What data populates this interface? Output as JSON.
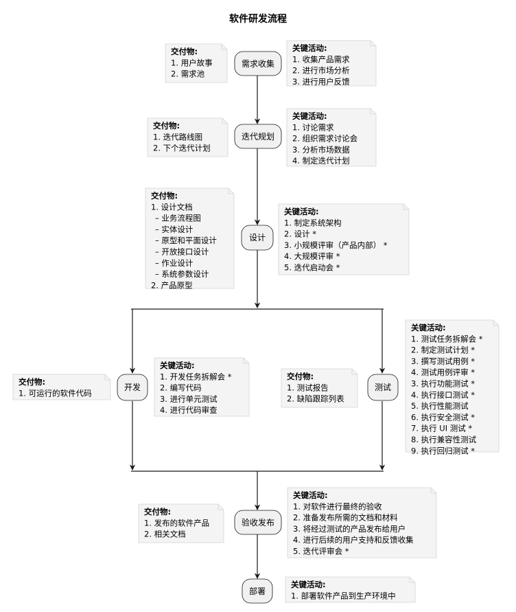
{
  "title": "软件研发流程",
  "nodes": {
    "collect": "需求收集",
    "plan": "迭代规划",
    "design": "设计",
    "dev": "开发",
    "test": "测试",
    "accept": "验收发布",
    "deploy": "部署"
  },
  "notes": {
    "collect_deliv": {
      "head": "交付物:",
      "lines": [
        "1. 用户故事",
        "2. 需求池"
      ]
    },
    "collect_act": {
      "head": "关键活动:",
      "lines": [
        "1. 收集产品需求",
        "2. 进行市场分析",
        "3. 进行用户反馈"
      ]
    },
    "plan_deliv": {
      "head": "交付物:",
      "lines": [
        "1. 迭代路线图",
        "2. 下个迭代计划"
      ]
    },
    "plan_act": {
      "head": "关键活动:",
      "lines": [
        "1. 讨论需求",
        "2. 组织需求讨论会",
        "3. 分析市场数据",
        "4. 制定迭代计划"
      ]
    },
    "design_deliv": {
      "head": "交付物:",
      "lines": [
        "1. 设计文档",
        "– 业务流程图",
        "– 实体设计",
        "– 原型和平面设计",
        "– 开放接口设计",
        "– 作业设计",
        "– 系统参数设计",
        "2. 产品原型"
      ]
    },
    "design_act": {
      "head": "关键活动:",
      "lines": [
        "1. 制定系统架构",
        "2. 设计 *",
        "3. 小规模评审（产品内部） *",
        "4. 大规模评审 *",
        "5. 迭代启动会 *"
      ]
    },
    "dev_deliv": {
      "head": "交付物:",
      "lines": [
        "1. 可运行的软件代码"
      ]
    },
    "dev_act": {
      "head": "关键活动:",
      "lines": [
        "1. 开发任务拆解会 *",
        "2. 编写代码",
        "3. 进行单元测试",
        "4. 进行代码审查"
      ]
    },
    "test_deliv": {
      "head": "交付物:",
      "lines": [
        "1. 测试报告",
        "2. 缺陷跟踪列表"
      ]
    },
    "test_act": {
      "head": "关键活动:",
      "lines": [
        "1. 测试任务拆解会 *",
        "2. 制定测试计划 *",
        "3. 撰写测试用例 *",
        "4. 测试用例评审 *",
        "3. 执行功能测试 *",
        "4. 执行接口测试 *",
        "5. 执行性能测试",
        "6. 执行安全测试 *",
        "7. 执行 UI 测试 *",
        "8. 执行兼容性测试",
        "9. 执行回归测试 *"
      ]
    },
    "accept_deliv": {
      "head": "交付物:",
      "lines": [
        "1. 发布的软件产品",
        "2. 相关文档"
      ]
    },
    "accept_act": {
      "head": "关键活动:",
      "lines": [
        "1. 对软件进行最终的验收",
        "2. 准备发布所需的文档和材料",
        "3. 将经过测试的产品发布给用户",
        "4. 进行后续的用户支持和反馈收集",
        "5. 迭代评审会 *"
      ]
    },
    "deploy_act": {
      "head": "关键活动:",
      "lines": [
        "1. 部署软件产品到生产环境中"
      ]
    }
  },
  "colors": {
    "node_fill": "#f1f1f1",
    "node_stroke": "#181818",
    "note_fill": "#f4f4f4",
    "note_stroke": "#d4d4d4",
    "line": "#181818"
  }
}
